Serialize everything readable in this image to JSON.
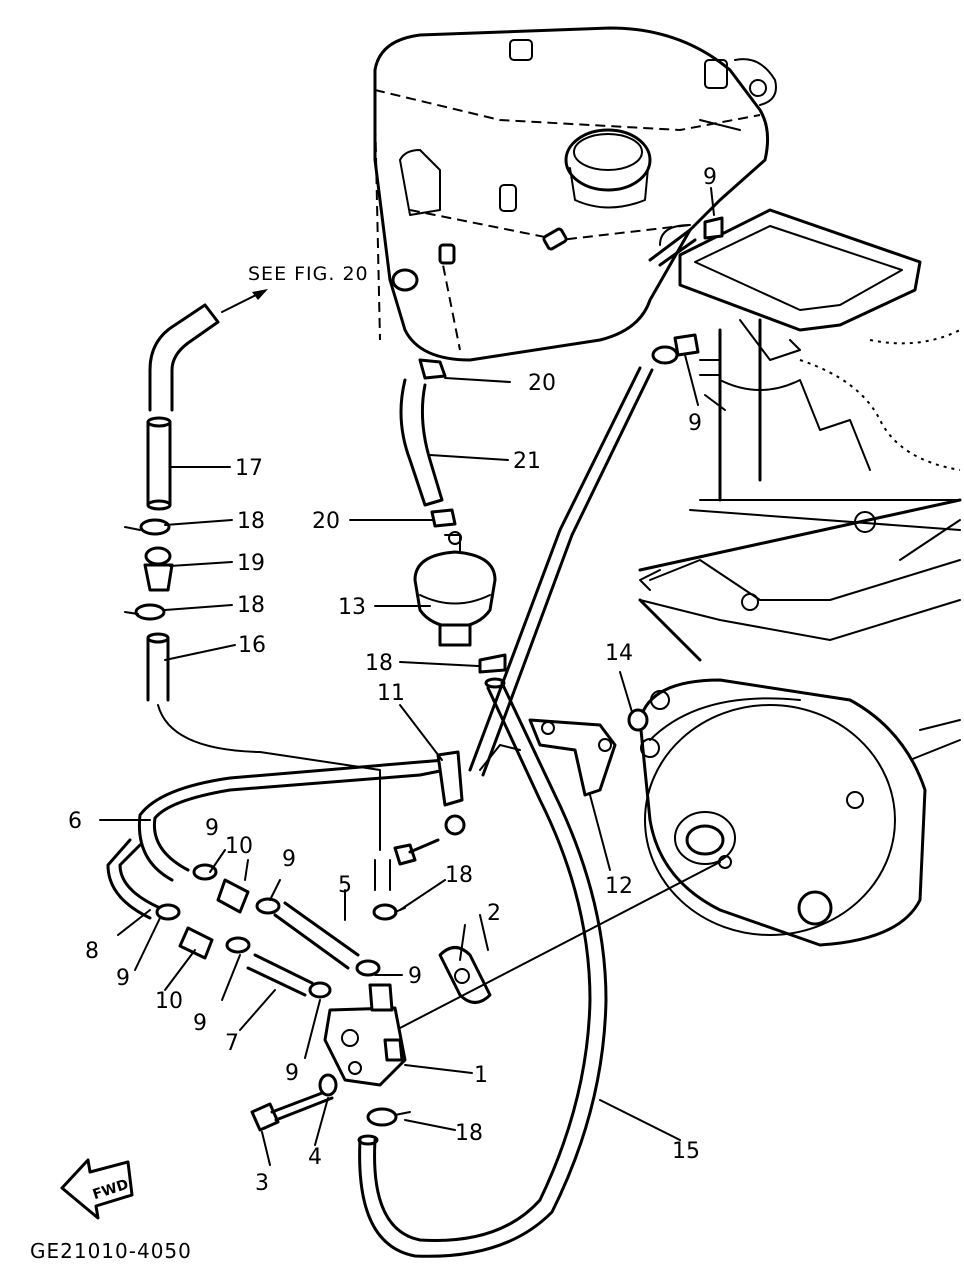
{
  "reference_note": "SEE FIG. 20",
  "diagram_code": "GE21010-4050",
  "forward_arrow": "FWD",
  "callouts": {
    "c1": "1",
    "c2": "2",
    "c3": "3",
    "c4": "4",
    "c5": "5",
    "c6": "6",
    "c7": "7",
    "c8": "8",
    "c9a": "9",
    "c9b": "9",
    "c9c": "9",
    "c9d": "9",
    "c9e": "9",
    "c9f": "9",
    "c9g": "9",
    "c9h": "9",
    "c10a": "10",
    "c10b": "10",
    "c11": "11",
    "c12": "12",
    "c13": "13",
    "c14": "14",
    "c15": "15",
    "c16": "16",
    "c17": "17",
    "c18a": "18",
    "c18b": "18",
    "c18c": "18",
    "c18d": "18",
    "c18e": "18",
    "c19": "19",
    "c20a": "20",
    "c20b": "20",
    "c21": "21"
  }
}
